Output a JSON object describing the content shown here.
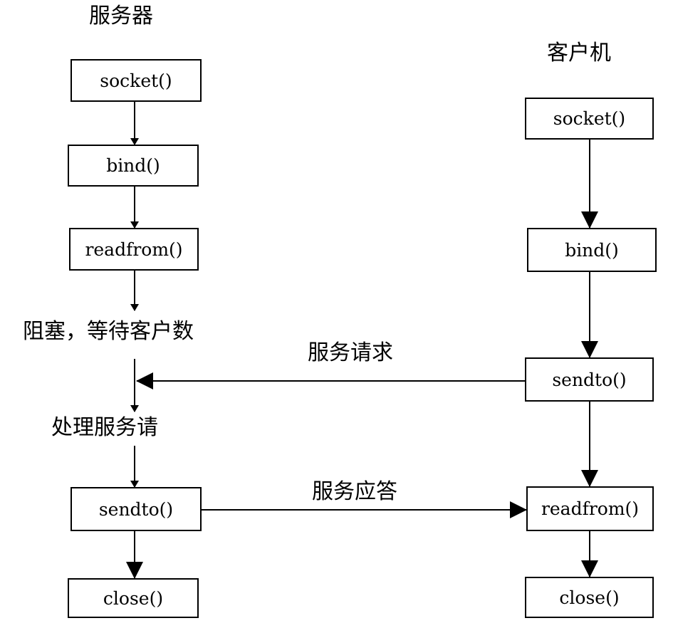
{
  "server": {
    "title": "服务器",
    "steps": [
      "socket()",
      "bind()",
      "readfrom()",
      "sendto()",
      "close()"
    ],
    "status_blocking": "阻塞，等待客户数",
    "status_processing": "处理服务请"
  },
  "client": {
    "title": "客户机",
    "steps": [
      "socket()",
      "bind()",
      "sendto()",
      "readfrom()",
      "close()"
    ]
  },
  "messages": {
    "request": "服务请求",
    "reply": "服务应答"
  }
}
